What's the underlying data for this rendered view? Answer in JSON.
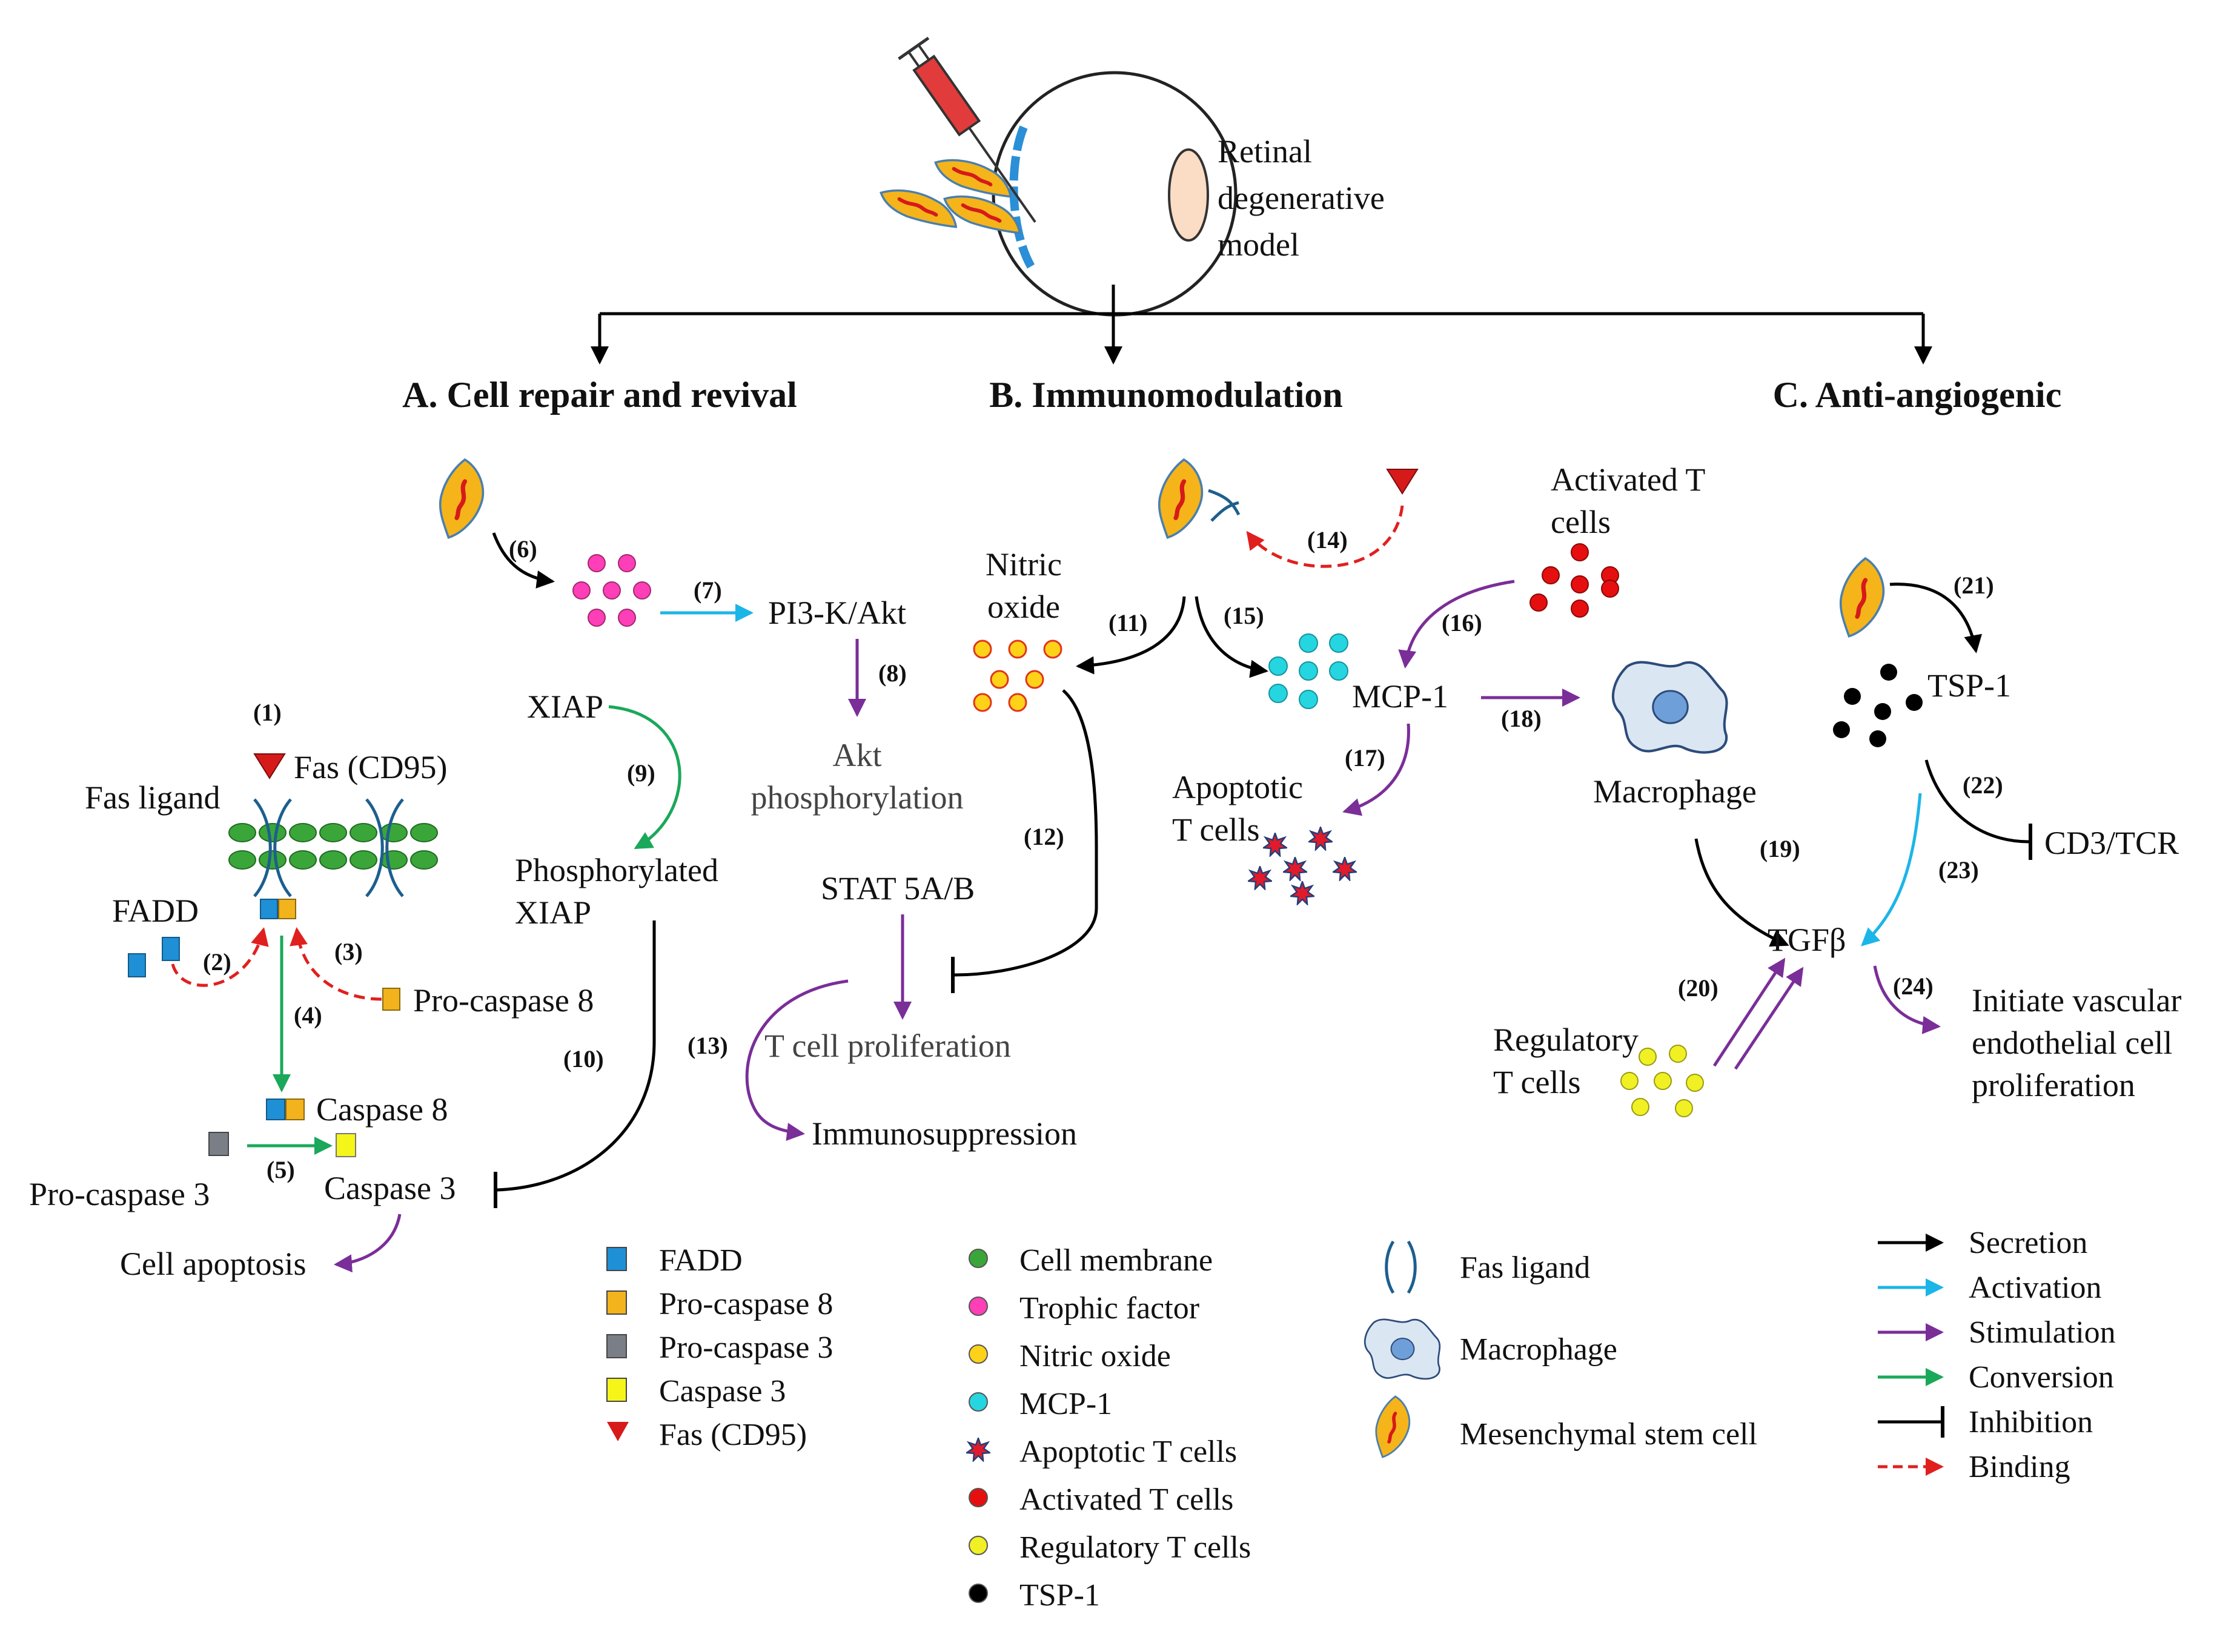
{
  "top": {
    "model_lines": [
      "Retinal",
      "degenerative",
      "model"
    ]
  },
  "sections": {
    "a": "A. Cell repair and revival",
    "b": "B. Immunomodulation",
    "c": "C. Anti-angiogenic"
  },
  "labels": {
    "fas_cd95": "Fas (CD95)",
    "fas_ligand": "Fas ligand",
    "fadd": "FADD",
    "pro_caspase8": "Pro-caspase 8",
    "caspase8": "Caspase 8",
    "pro_caspase3": "Pro-caspase 3",
    "caspase3": "Caspase 3",
    "cell_apoptosis": "Cell apoptosis",
    "pi3k_akt": "PI3-K/Akt",
    "akt_phos_1": "Akt",
    "akt_phos_2": "phosphorylation",
    "xiap": "XIAP",
    "phos_xiap_1": "Phosphorylated",
    "phos_xiap_2": "XIAP",
    "nitric_1": "Nitric",
    "nitric_2": "oxide",
    "stat": "STAT 5A/B",
    "t_prolif": "T cell proliferation",
    "immunosup": "Immunosuppression",
    "activated_1": "Activated T",
    "activated_2": "cells",
    "mcp1": "MCP-1",
    "apoptotic_1": "Apoptotic",
    "apoptotic_2": "T cells",
    "macrophage": "Macrophage",
    "tsp1": "TSP-1",
    "cd3": "CD3/TCR",
    "tgfb": "TGFβ",
    "treg_1": "Regulatory",
    "treg_2": "T cells",
    "vasc_1": "Initiate vascular",
    "vasc_2": "endothelial cell",
    "vasc_3": "proliferation"
  },
  "steps": [
    "(1)",
    "(2)",
    "(3)",
    "(4)",
    "(5)",
    "(6)",
    "(7)",
    "(8)",
    "(9)",
    "(10)",
    "(11)",
    "(12)",
    "(13)",
    "(14)",
    "(15)",
    "(16)",
    "(17)",
    "(18)",
    "(19)",
    "(20)",
    "(21)",
    "(22)",
    "(23)",
    "(24)"
  ],
  "legend_markers": [
    {
      "label": "FADD",
      "shape": "square",
      "color": "#1f8fd6"
    },
    {
      "label": "Pro-caspase 8",
      "shape": "square",
      "color": "#f2b31c"
    },
    {
      "label": "Pro-caspase 3",
      "shape": "square",
      "color": "#7a7f87"
    },
    {
      "label": "Caspase 3",
      "shape": "square",
      "color": "#f5f51a"
    },
    {
      "label": "Fas (CD95)",
      "shape": "triangle",
      "color": "#d61a1a"
    },
    {
      "label": "Cell membrane",
      "shape": "circle",
      "color": "#3aa63a"
    },
    {
      "label": "Trophic factor",
      "shape": "circle",
      "color": "#ff3fb8"
    },
    {
      "label": "Nitric oxide",
      "shape": "circle",
      "color": "#ffd21a"
    },
    {
      "label": "MCP-1",
      "shape": "circle",
      "color": "#25d6e0"
    },
    {
      "label": "Apoptotic T cells",
      "shape": "star",
      "color": "#e11b2b"
    },
    {
      "label": "Activated T cells",
      "shape": "circle",
      "color": "#e60f0f"
    },
    {
      "label": "Regulatory T cells",
      "shape": "circle",
      "color": "#f0f024"
    },
    {
      "label": "TSP-1",
      "shape": "circle",
      "color": "#000000"
    }
  ],
  "legend_icons": [
    "Fas ligand",
    "Macrophage",
    "Mesenchymal stem cell"
  ],
  "legend_arrows": [
    {
      "label": "Secretion",
      "color": "#000000",
      "style": "arrow"
    },
    {
      "label": "Activation",
      "color": "#1cb5e8",
      "style": "arrow"
    },
    {
      "label": "Stimulation",
      "color": "#7a2e98",
      "style": "arrow"
    },
    {
      "label": "Conversion",
      "color": "#1aa85a",
      "style": "arrow"
    },
    {
      "label": "Inhibition",
      "color": "#000000",
      "style": "bar"
    },
    {
      "label": "Binding",
      "color": "#e0201f",
      "style": "dashed"
    }
  ]
}
